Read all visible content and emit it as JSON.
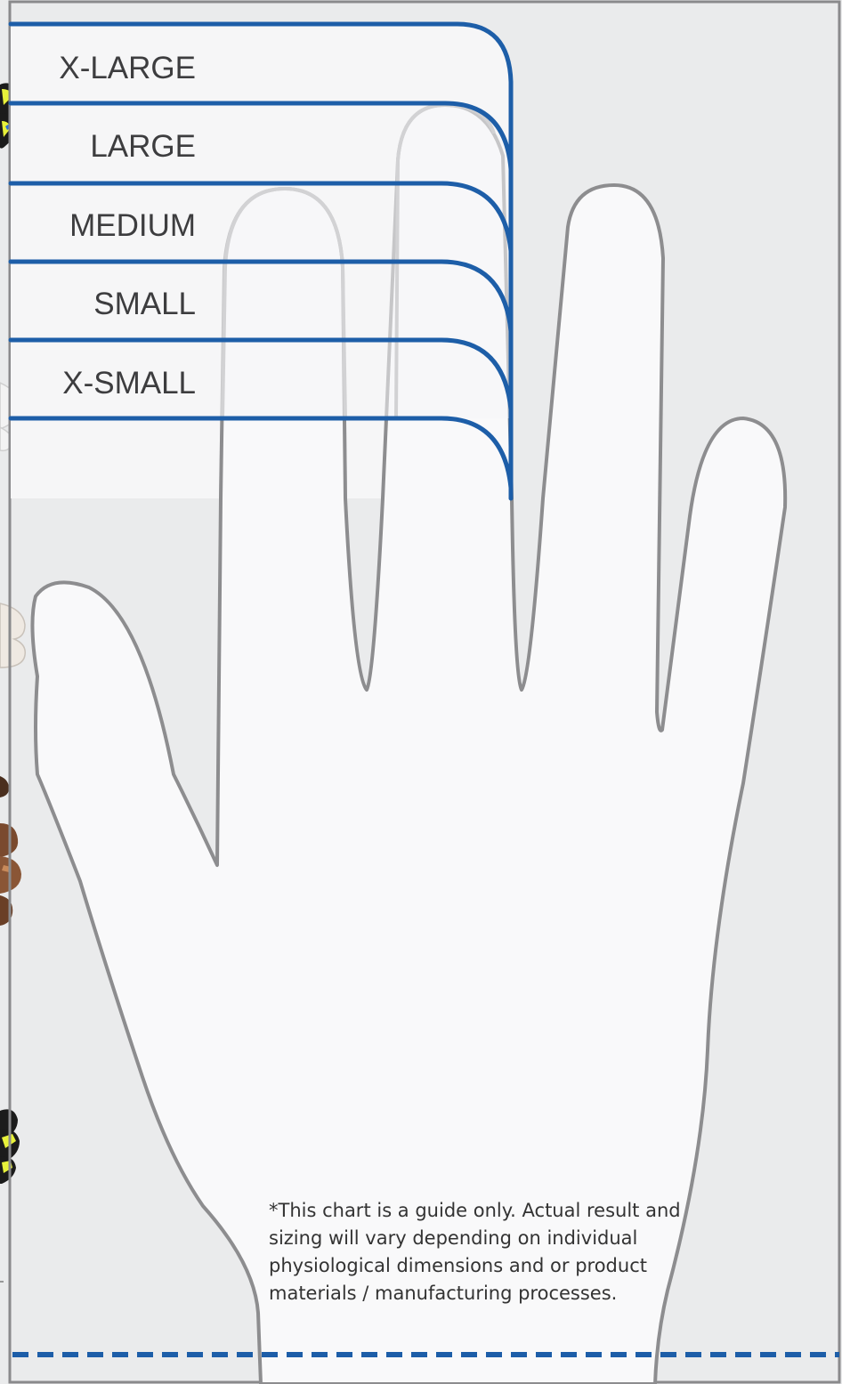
{
  "sizes": {
    "xlarge": "X-LARGE",
    "large": "LARGE",
    "medium": "MEDIUM",
    "small": "SMALL",
    "xsmall": "X-SMALL"
  },
  "disclaimer": "*This chart is a guide only. Actual result and sizing will vary depending on individual physiological dimensions and or product materials / manufacturing processes.",
  "colors": {
    "background_panel": "#eaebec",
    "frame_border": "#8a8a8c",
    "hand_fill": "#f9f9fa",
    "hand_outline": "#8d8d8f",
    "finger_ghost_outline": "#d2d2d4",
    "size_line": "#1d5ea8",
    "label_band": "#f6f6f7",
    "dashed_line": "#1d5ea8",
    "label_text": "#3d3d3f"
  },
  "icons": {
    "left_edge_thumbnails": "glove-thumbnail-icon"
  }
}
